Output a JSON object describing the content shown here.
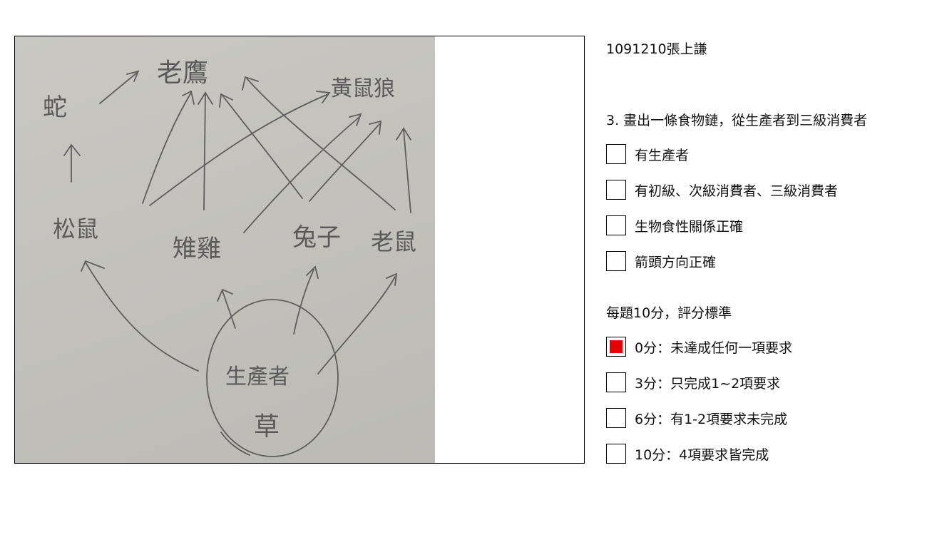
{
  "photo": {
    "labels": {
      "snake": "蛇",
      "eagle": "老鷹",
      "weasel": "黃鼠狼",
      "squirrel": "松鼠",
      "pheasant": "雉雞",
      "rabbit": "兔子",
      "mouse": "老鼠",
      "producer": "生產者",
      "grass": "草"
    }
  },
  "student": "1091210張上謙",
  "question": "3. 畫出一條食物鏈，從生產者到三級消費者",
  "criteria": [
    {
      "label": "有生產者",
      "checked": false
    },
    {
      "label": "有初級、次級消費者、三級消費者",
      "checked": false
    },
    {
      "label": "生物食性關係正確",
      "checked": false
    },
    {
      "label": "箭頭方向正確",
      "checked": false
    }
  ],
  "scoring_title": "每題10分，評分標準",
  "scores": [
    {
      "label": "0分：未達成任何一項要求",
      "checked": true
    },
    {
      "label": "3分：只完成1~2項要求",
      "checked": false
    },
    {
      "label": "6分：有1-2項要求未完成",
      "checked": false
    },
    {
      "label": "10分：4項要求皆完成",
      "checked": false
    }
  ],
  "colors": {
    "checked_fill": "#e60000",
    "pencil": "#5a5a5a"
  }
}
